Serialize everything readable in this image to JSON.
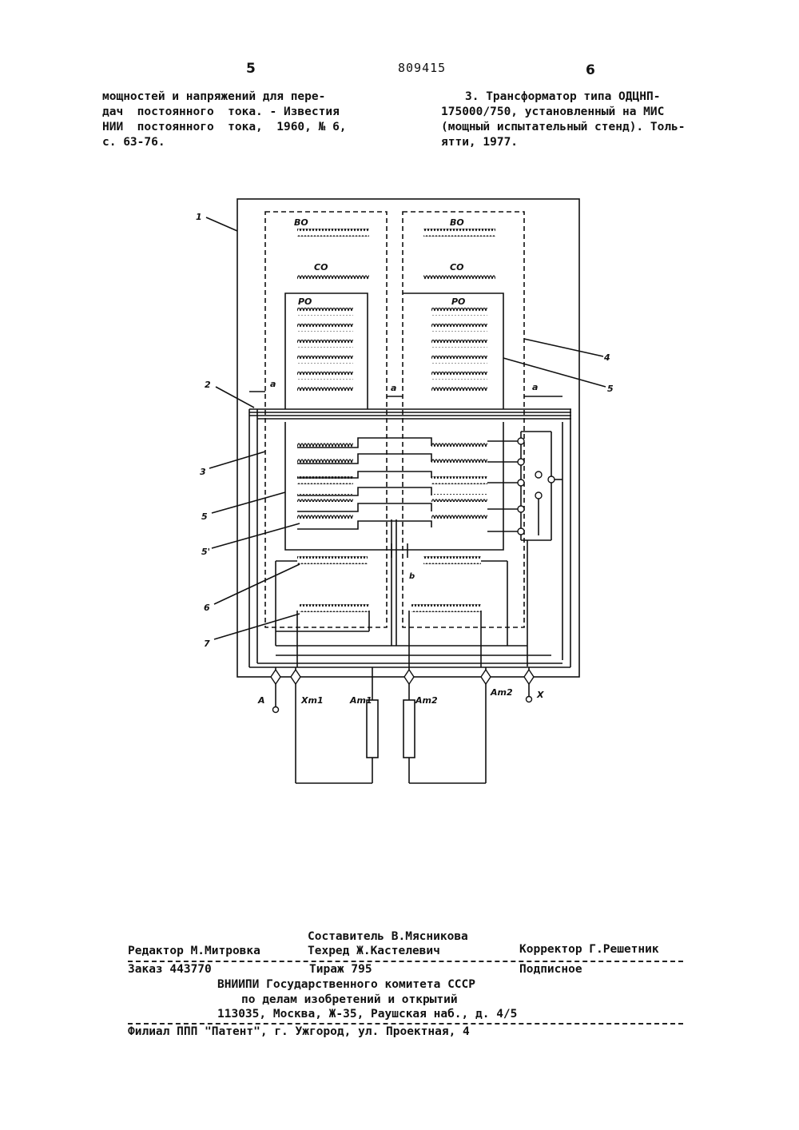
{
  "header": {
    "page_left": "5",
    "doc_number": "809415",
    "page_right": "6"
  },
  "left_column": {
    "lines": [
      "мощностей и напряжений для пере-",
      "дач  постоянного  тока. - Известия",
      "НИИ  постоянного  тока,  1960, № 6,",
      "с. 63-76."
    ]
  },
  "right_column": {
    "lines": [
      "3. Трансформатор типа ОДЦНП-",
      "175000/750, установленный на МИС",
      "(мощный испытательный стенд). Толь-",
      "ятти, 1977."
    ]
  },
  "figure": {
    "winding_labels": {
      "vo": "ВО",
      "so": "СО",
      "ro": "РО"
    },
    "ref_labels": [
      "1",
      "2",
      "3",
      "5",
      "5'",
      "6",
      "7",
      "4",
      "5"
    ],
    "dim_a": "a",
    "dim_b": "b",
    "terminals": [
      "A",
      "Xm1",
      "Am1",
      "Am2",
      "Am2",
      "X"
    ]
  },
  "imprint": {
    "compiler": "Составитель В.Мясникова",
    "editor": "Редактор М.Митровка",
    "techred": "Техред Ж.Кастелевич",
    "corrector": "Корректор Г.Решетник",
    "order": "Заказ 443770",
    "circulation": "Тираж 795",
    "subscription": "Подписное",
    "org_line1": "ВНИИПИ Государственного комитета СССР",
    "org_line2": "по делам изобретений и открытий",
    "org_line3": "113035, Москва, Ж-35, Раушская наб., д. 4/5",
    "branch": "Филиал ППП \"Патент\", г. Ужгород, ул. Проектная, 4"
  }
}
